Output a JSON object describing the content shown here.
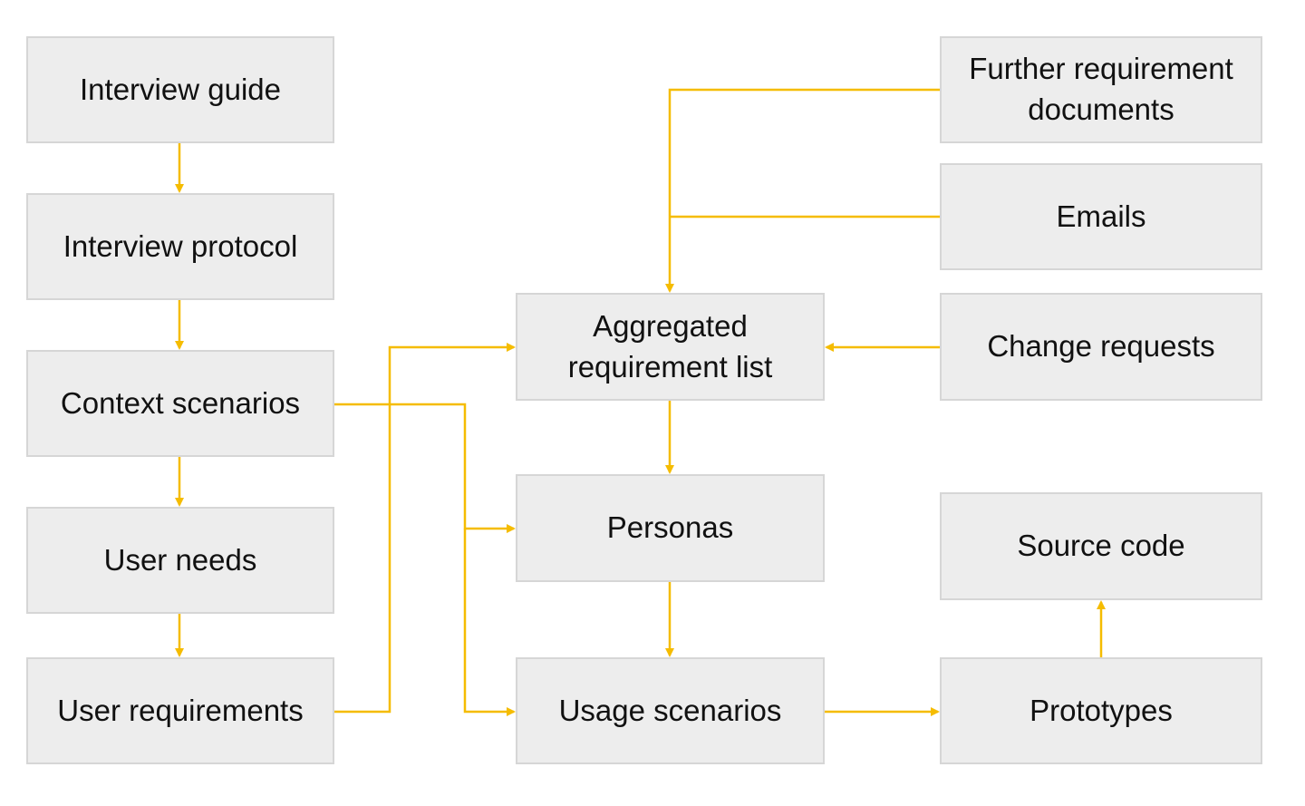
{
  "diagram": {
    "connector_color": "#f5bc00",
    "box_fill": "#ededed",
    "box_border": "#d6d6d6",
    "text_color": "#111111",
    "boxes": {
      "interview_guide": "Interview guide",
      "interview_protocol": "Interview protocol",
      "context_scenarios": "Context scenarios",
      "user_needs": "User needs",
      "user_requirements": "User requirements",
      "aggregated_requirement_list": "Aggregated requirement list",
      "personas": "Personas",
      "usage_scenarios": "Usage scenarios",
      "further_requirement_documents": "Further requirement documents",
      "emails": "Emails",
      "change_requests": "Change requests",
      "source_code": "Source code",
      "prototypes": "Prototypes"
    },
    "connections": [
      {
        "from": "interview_guide",
        "to": "interview_protocol"
      },
      {
        "from": "interview_protocol",
        "to": "context_scenarios"
      },
      {
        "from": "context_scenarios",
        "to": "user_needs"
      },
      {
        "from": "user_needs",
        "to": "user_requirements"
      },
      {
        "from": "user_requirements",
        "to": "aggregated_requirement_list"
      },
      {
        "from": "context_scenarios",
        "to": "personas"
      },
      {
        "from": "context_scenarios",
        "to": "usage_scenarios"
      },
      {
        "from": "further_requirement_documents",
        "to": "aggregated_requirement_list"
      },
      {
        "from": "emails",
        "to": "aggregated_requirement_list"
      },
      {
        "from": "change_requests",
        "to": "aggregated_requirement_list"
      },
      {
        "from": "aggregated_requirement_list",
        "to": "personas"
      },
      {
        "from": "personas",
        "to": "usage_scenarios"
      },
      {
        "from": "usage_scenarios",
        "to": "prototypes"
      },
      {
        "from": "prototypes",
        "to": "source_code"
      }
    ]
  }
}
